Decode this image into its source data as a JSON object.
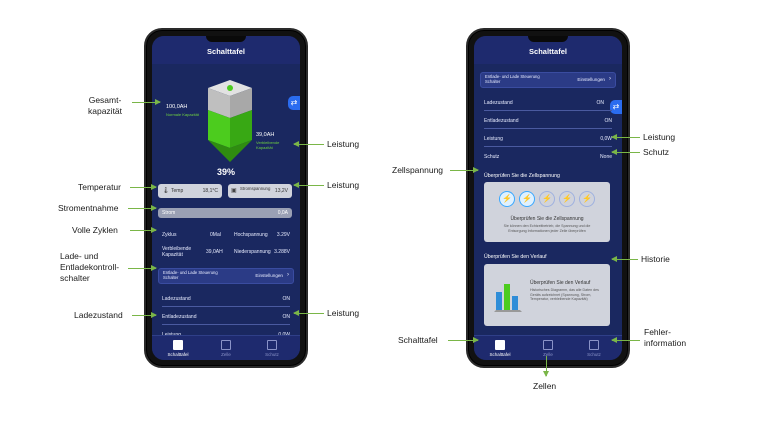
{
  "left_phone": {
    "title": "Schalttafel",
    "total_capacity": "100,0AH",
    "normal_capacity": "Normale Kapazität",
    "remaining": "39,0AH",
    "remaining_label": "Verbleibende Kapazität",
    "percent": "39%",
    "battery_level": 0.39,
    "temp_label": "Temp",
    "temp_value": "18,1°C",
    "voltage_label": "Stromspannung",
    "voltage_value": "13,2V",
    "current_label": "Strom",
    "current_value": "0,0A",
    "cycle_label": "Zyklus",
    "cycle_value": "0Mal",
    "high_voltage_label": "Hochspannung",
    "high_voltage_value": "3.29V",
    "remain_cap_label": "Verbleibende Kapazität",
    "remain_cap_value": "39,0AH",
    "low_voltage_label": "Niederspannung",
    "low_voltage_value": "3.288V",
    "switch_label": "Entlade- und Lade Steuerung Schalter",
    "settings_label": "Einstellungen",
    "charge_label": "Ladezustand",
    "charge_value": "ON",
    "discharge_label": "Entladezustand",
    "discharge_value": "ON",
    "power_label": "Leistung",
    "power_value": "0,0W",
    "nav": [
      "Schalttafel",
      "Zelle",
      "Schutz"
    ]
  },
  "right_phone": {
    "title": "Schalttafel",
    "switch_label": "Entlade- und Lade Steuerung Schalter",
    "settings_label": "Einstellungen",
    "charge_label": "Ladezustand",
    "charge_value": "ON",
    "discharge_label": "Entladezustand",
    "discharge_value": "ON",
    "power_label": "Leistung",
    "power_value": "0,0W",
    "protect_label": "Schutz",
    "protect_value": "None",
    "cell_section": "Überprüfen Sie die Zellspannung",
    "cell_card_title": "Überprüfen Sie die Zellspannung",
    "cell_card_desc": "Sie können den Echtzeitbetrieb, die Spannung und die Entsorgung Informationen jeder Zelle überprüfen",
    "history_section": "Überprüfen Sie den Verlauf",
    "history_card_title": "Überprüfen Sie den Verlauf",
    "history_card_desc": "Historisches Diagramm, das alle Daten des Geräts aufzeichnet (Spannung, Strom, Temperatur, verbleibende Kapazität)",
    "nav": [
      "Schalttafel",
      "Zelle",
      "Schutz"
    ]
  },
  "annotations": {
    "gesamt": "Gesamt-\nkapazität",
    "leistung": "Leistung",
    "temperatur": "Temperatur",
    "stromentnahme": "Stromentnahme",
    "volle_zyklen": "Volle Zyklen",
    "lade_schalter": "Lade- und\nEntladekontroll-\nschalter",
    "ladezustand": "Ladezustand",
    "zellspannung": "Zellspannung",
    "schutz": "Schutz",
    "historie": "Historie",
    "schalttafel": "Schalttafel",
    "fehler": "Fehler-\ninformation",
    "zellen": "Zellen"
  },
  "colors": {
    "screen_bg": "#1a2860",
    "accent_green": "#7ab648",
    "battery_green": "#4ccc1e"
  }
}
